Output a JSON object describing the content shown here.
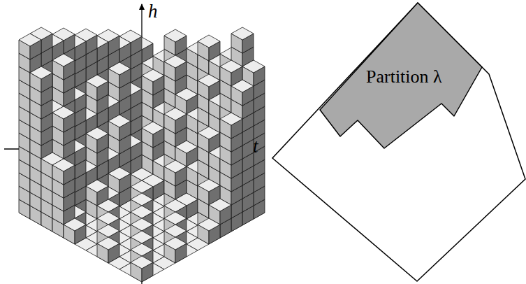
{
  "diagram": {
    "nodes": [
      {
        "text": [
          "Partition λ"
        ]
      }
    ],
    "labels": [
      "h",
      "t"
    ]
  }
}
